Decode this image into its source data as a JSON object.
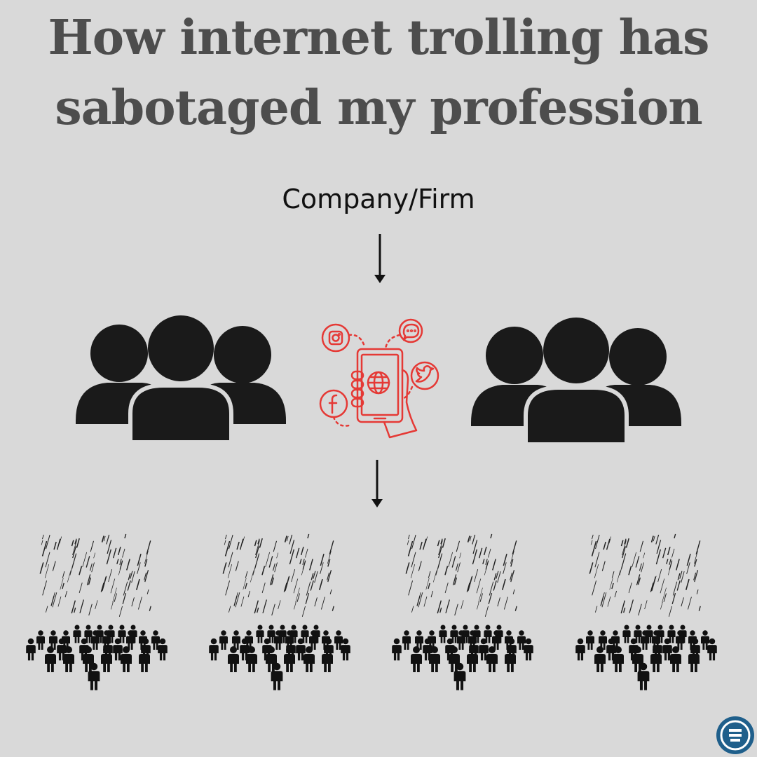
{
  "title": {
    "line1": "How internet trolling has",
    "line2": "sabotaged my profession"
  },
  "top_label": "Company/Firm",
  "colors": {
    "background": "#d9d9d9",
    "title_text": "#4d4d4d",
    "icon_black": "#1a1a1a",
    "social_red": "#e53935",
    "logo_blue": "#1f5f8b"
  },
  "icons": {
    "group_left": "group-of-people-icon",
    "center": "phone-social-media-icon",
    "group_right": "group-of-people-icon",
    "crowds": "crowd-in-rain-icon",
    "logo": "circular-logo-icon"
  },
  "crowd_count": 4
}
